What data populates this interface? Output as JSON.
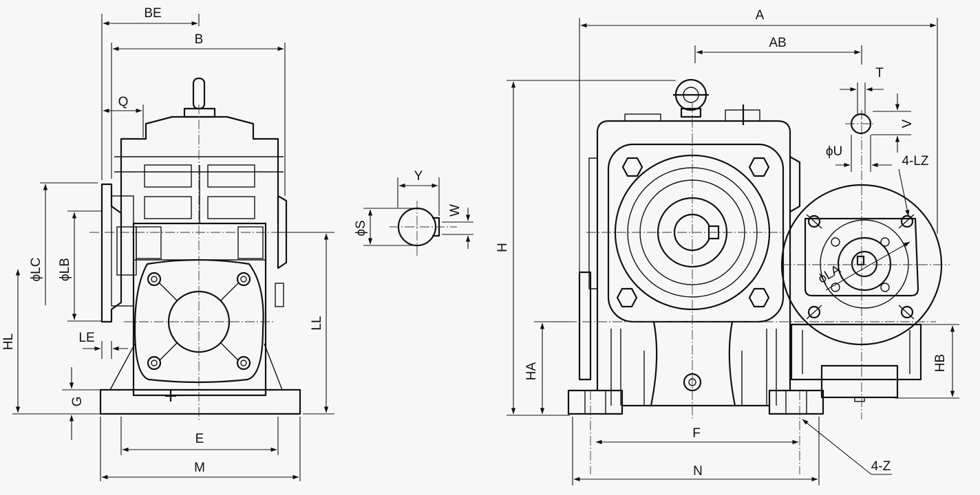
{
  "labels": {
    "BE": "BE",
    "B": "B",
    "Q": "Q",
    "LC": "ϕLC",
    "LB": "ϕLB",
    "HL": "HL",
    "LE": "LE",
    "G": "G",
    "E": "E",
    "M": "M",
    "LL": "LL",
    "Y": "Y",
    "S": "ϕS",
    "W": "W",
    "A": "A",
    "AB": "AB",
    "T": "T",
    "V": "V",
    "U": "ϕU",
    "LZ": "4-LZ",
    "H": "H",
    "LA": "ϕLA",
    "HA": "HA",
    "HB": "HB",
    "F": "F",
    "N": "N",
    "Z": "4-Z"
  }
}
